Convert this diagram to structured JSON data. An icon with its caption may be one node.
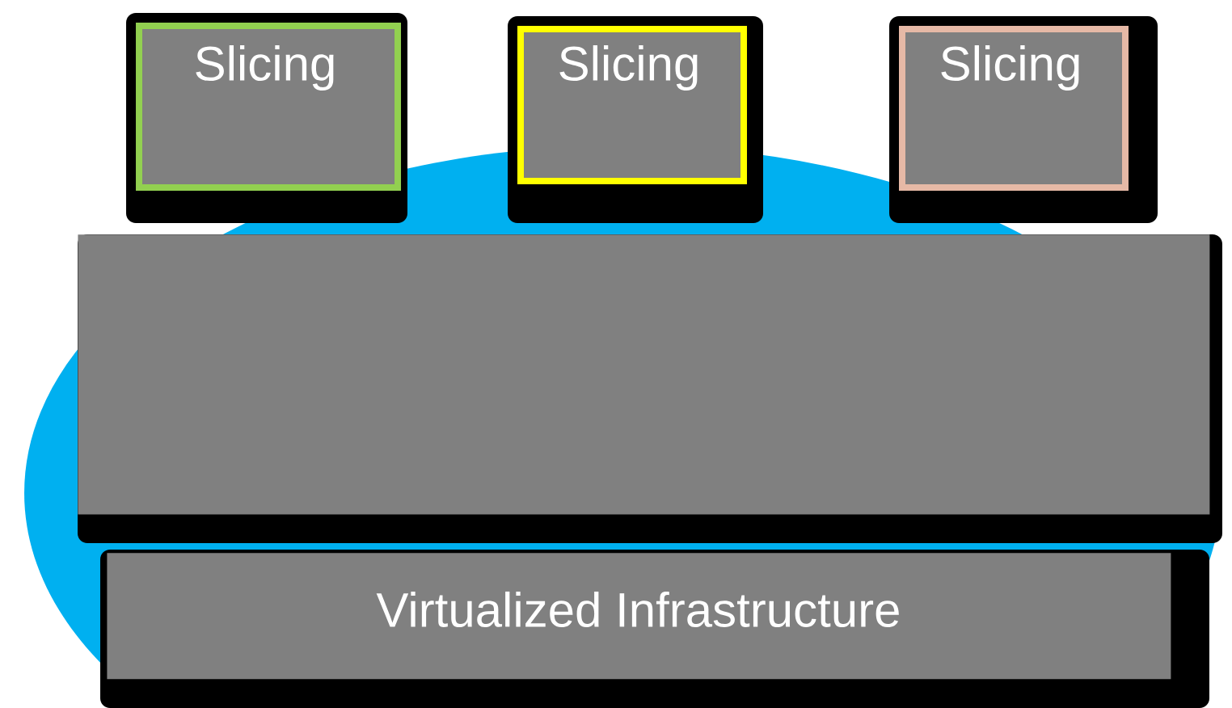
{
  "diagram": {
    "nodes": [
      {
        "text": [
          "Slicing"
        ]
      },
      {
        "text": [
          "Slicing"
        ]
      },
      {
        "text": [
          "Slicing"
        ]
      },
      {
        "text": [],
        "shape": "box"
      },
      {
        "text": [
          "Virtualized Infrastructure"
        ]
      }
    ]
  }
}
